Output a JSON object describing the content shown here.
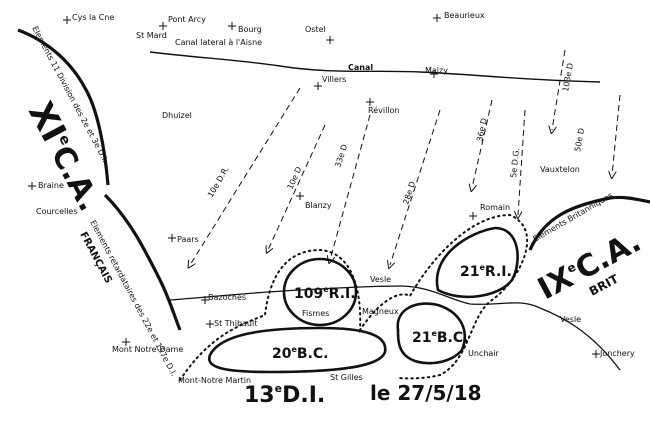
{
  "map": {
    "corps": {
      "xi": {
        "name": "XI",
        "sup": "e",
        "suffix": "C.A."
      },
      "ix": {
        "name": "IX",
        "sup": "e",
        "suffix": "C.A.",
        "sub": "BRIT"
      }
    },
    "divisions": {
      "d109": {
        "text": "109",
        "sup": "e",
        "suffix": "R.I."
      },
      "d21ri": {
        "text": "21",
        "sup": "e",
        "suffix": "R.I."
      },
      "d21bc": {
        "text": "21",
        "sup": "e",
        "suffix": "B.C."
      },
      "d20bc": {
        "text": "20",
        "sup": "e",
        "suffix": "B.C."
      }
    },
    "footer": {
      "title": "13",
      "title_sup": "e",
      "title_rest": "D.I.",
      "date": "le 27/5/18"
    },
    "attacks": [
      "10e D.R.",
      "10e D",
      "33e D",
      "28e D",
      "36e D",
      "5e D.G.",
      "50e D",
      "103e D"
    ],
    "side_notes": {
      "left_top": "Elements 11 Division des 2e et 3e D.I.",
      "left_bottom": "Elements retardataires des 22e et 157e D.I.",
      "left_francais": "FRANÇAIS",
      "right": "Elements Britanniques"
    },
    "places": [
      "Cys la Cne",
      "Pont Arcy",
      "Bourg",
      "Ostel",
      "Beaurieux",
      "St Mard",
      "Canal lateral à l'Aisne",
      "Canal",
      "Villers",
      "Maizy",
      "Dhuizel",
      "Révillon",
      "Vauxtelon",
      "Romain",
      "Braine",
      "Courcelles",
      "Blanzy",
      "Paars",
      "Vesle",
      "Fismes",
      "Magneux",
      "Bazoches",
      "St Thibault",
      "Mont Notre-Dame",
      "Mont-Notre Martin",
      "St Gilles",
      "Jonchery",
      "Unchair",
      "Vesle"
    ]
  }
}
